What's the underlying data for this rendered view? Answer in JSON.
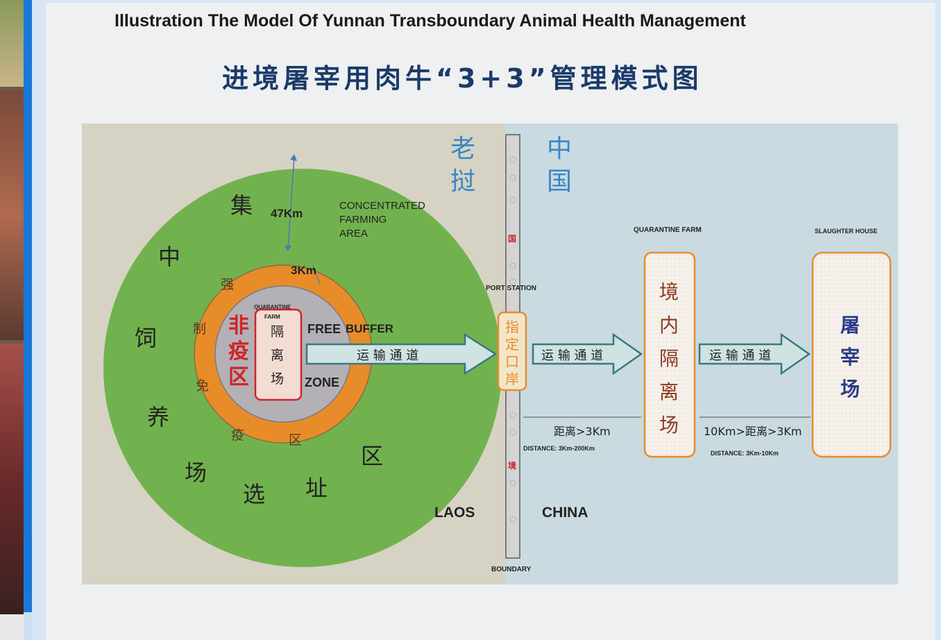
{
  "title_en": "Illustration The Model Of Yunnan Transboundary Animal Health Management",
  "title_cn": "进境屠宰用肉牛“3+3”管理模式图",
  "colors": {
    "laos_bg": "#d6d3c4",
    "china_bg": "#c9dbe0",
    "green_ring": "#72b24e",
    "orange_ring": "#e88c2a",
    "gray_core": "#b3b1b5",
    "red_text": "#d0232a",
    "arrow_fill": "#cfe3e3",
    "arrow_stroke": "#3a7880",
    "country_blue": "#3a86c8"
  },
  "country_laos_cn": [
    "老",
    "挝"
  ],
  "country_china_cn": [
    "中",
    "国"
  ],
  "outer_ring_chars": [
    "集",
    "中",
    "饲",
    "养",
    "场",
    "选",
    "址",
    "区"
  ],
  "distance_47": "47Km",
  "concentrated_area": [
    "CONCENTRATED",
    "FARMING",
    "AREA"
  ],
  "distance_3": "3Km",
  "orange_ring_chars": [
    "强",
    "制",
    "免",
    "疫",
    "区"
  ],
  "quarantine_farm_small": [
    "QUARANTINE",
    "FARM"
  ],
  "quarantine_farm_box_chars": [
    "隔",
    "离",
    "场"
  ],
  "fei_yi_qu": [
    "非",
    "疫",
    "区"
  ],
  "free_label": "FREE",
  "buffer_label": "BUFFER",
  "zone_label": "ZONE",
  "transport_label": "运 输 通 道",
  "port_station": "PORT STATION",
  "port_box_chars": [
    "指",
    "定",
    "口",
    "岸"
  ],
  "boundary_label": "BOUNDARY",
  "quarantine_farm_en": "QUARANTINE FARM",
  "slaughter_house_en": "SLAUGHTER HOUSE",
  "jingnei_chars": [
    "境",
    "内",
    "隔",
    "离",
    "场"
  ],
  "tuzai_chars": [
    "屠",
    "宰",
    "场"
  ],
  "distance_port_farm": "距离>3Km",
  "distance_port_farm_en": "DISTANCE: 3Km-200Km",
  "distance_farm_slaughter": "10Km>距离>3Km",
  "distance_farm_slaughter_en": "DISTANCE: 3Km-10Km",
  "laos_label": "LAOS",
  "china_label": "CHINA",
  "boundary_marks": [
    "国",
    "境"
  ]
}
